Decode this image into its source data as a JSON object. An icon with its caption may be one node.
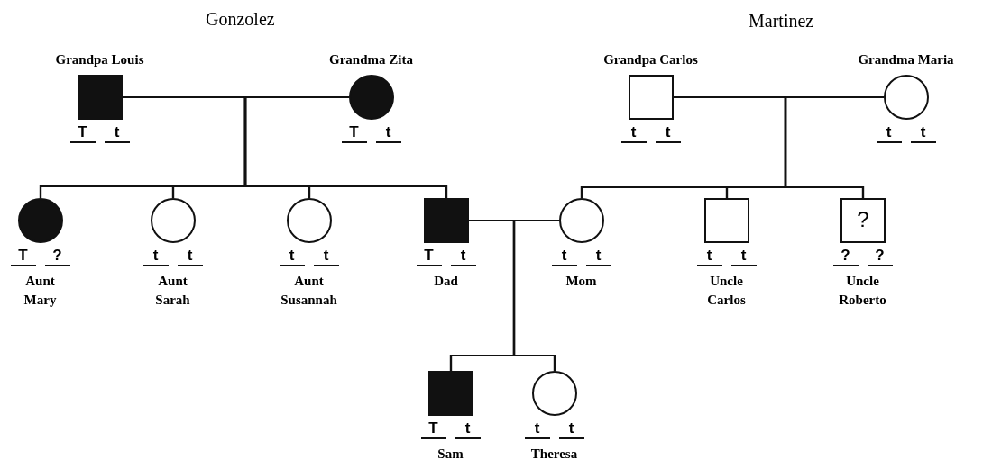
{
  "diagram": {
    "nodes": [
      {
        "text": [
          "Grandpa Louis"
        ],
        "beside": [
          "T",
          "t"
        ]
      },
      {
        "text": [
          "Grandma Zita"
        ],
        "beside": [
          "T",
          "t"
        ]
      },
      {
        "text": [
          "Grandpa Carlos"
        ],
        "beside": [
          "t",
          "t"
        ]
      },
      {
        "text": [
          "Grandma Maria"
        ],
        "beside": [
          "t",
          "t"
        ]
      },
      {
        "text": [
          "Aunt Mary"
        ],
        "beside": [
          "T",
          "?"
        ]
      },
      {
        "text": [
          "Aunt Sarah"
        ],
        "beside": [
          "t",
          "t"
        ]
      },
      {
        "text": [
          "Aunt Susannah"
        ],
        "beside": [
          "t",
          "t"
        ]
      },
      {
        "text": [
          "Dad"
        ],
        "beside": [
          "T",
          "t"
        ]
      },
      {
        "text": [
          "Mom"
        ],
        "beside": [
          "t",
          "t"
        ]
      },
      {
        "text": [
          "Uncle Carlos"
        ],
        "beside": [
          "t",
          "t"
        ]
      },
      {
        "text": [
          "?",
          "Uncle Roberto"
        ],
        "beside": [
          "?",
          "?"
        ]
      },
      {
        "text": [
          "Sam"
        ],
        "beside": [
          "T",
          "t"
        ]
      },
      {
        "text": [
          "Theresa"
        ],
        "beside": [
          "t",
          "t"
        ]
      }
    ],
    "edges": [
      {
        "from": 0,
        "to": 1,
        "arrow": "none"
      },
      {
        "from": 2,
        "to": 3,
        "arrow": "none"
      },
      {
        "from": 7,
        "to": 8,
        "arrow": "none"
      },
      {
        "from": 0,
        "to": 4,
        "arrow": "none"
      },
      {
        "from": 0,
        "to": 5,
        "arrow": "none"
      },
      {
        "from": 0,
        "to": 6,
        "arrow": "none"
      },
      {
        "from": 0,
        "to": 7,
        "arrow": "none"
      },
      {
        "from": 1,
        "to": 4,
        "arrow": "none"
      },
      {
        "from": 1,
        "to": 5,
        "arrow": "none"
      },
      {
        "from": 1,
        "to": 6,
        "arrow": "none"
      },
      {
        "from": 1,
        "to": 7,
        "arrow": "none"
      },
      {
        "from": 2,
        "to": 8,
        "arrow": "none"
      },
      {
        "from": 2,
        "to": 9,
        "arrow": "none"
      },
      {
        "from": 2,
        "to": 10,
        "arrow": "none"
      },
      {
        "from": 3,
        "to": 8,
        "arrow": "none"
      },
      {
        "from": 3,
        "to": 9,
        "arrow": "none"
      },
      {
        "from": 3,
        "to": 10,
        "arrow": "none"
      },
      {
        "from": 7,
        "to": 11,
        "arrow": "none"
      },
      {
        "from": 7,
        "to": 12,
        "arrow": "none"
      },
      {
        "from": 8,
        "to": 11,
        "arrow": "none"
      },
      {
        "from": 8,
        "to": 12,
        "arrow": "none"
      }
    ],
    "labels": [
      "Gonzolez",
      "Martinez"
    ]
  }
}
